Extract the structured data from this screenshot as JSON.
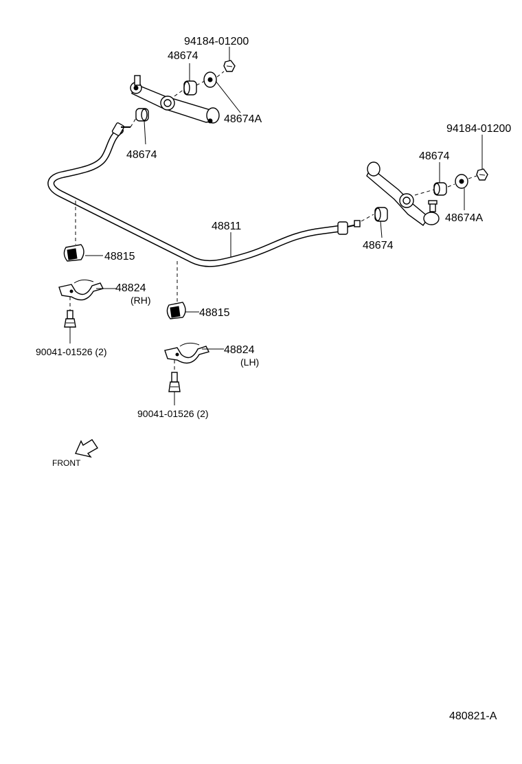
{
  "diagram": {
    "labels": {
      "nut_upper": "94184-01200",
      "bushing_upper_top": "48674",
      "retainer_upper": "48674A",
      "bushing_upper_bottom": "48674",
      "nut_right": "94184-01200",
      "bushing_right_top": "48674",
      "retainer_right": "48674A",
      "bushing_right_bottom": "48674",
      "stabilizer_bar": "48811",
      "bushing_left": "48815",
      "bracket_rh": "48824",
      "bracket_rh_side": "(RH)",
      "bushing_center": "48815",
      "bolt_rh": "90041-01526 (2)",
      "bracket_lh": "48824",
      "bracket_lh_side": "(LH)",
      "bolt_lh": "90041-01526 (2)",
      "front": "FRONT",
      "diagram_code": "480821-A"
    }
  }
}
